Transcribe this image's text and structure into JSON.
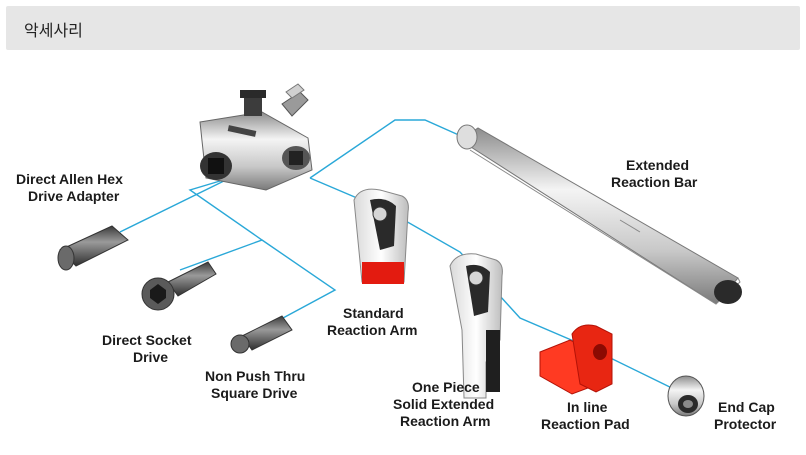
{
  "header": {
    "title": "악세사리"
  },
  "colors": {
    "line": "#2aa8d8",
    "red": "#ff2a1a",
    "steel": "#b8b8b8",
    "dark": "#4a4a4a"
  },
  "labels": {
    "allen_1": "Direct Allen Hex",
    "allen_2": "Drive Adapter",
    "socket_1": "Direct Socket",
    "socket_2": "Drive",
    "npt_1": "Non Push Thru",
    "npt_2": "Square Drive",
    "std_1": "Standard",
    "std_2": "Reaction Arm",
    "one_1": "One Piece",
    "one_2": "Solid Extended",
    "one_3": "Reaction Arm",
    "ext_1": "Extended",
    "ext_2": "Reaction Bar",
    "pad_1": "In line",
    "pad_2": "Reaction Pad",
    "cap_1": "End Cap",
    "cap_2": "Protector"
  }
}
